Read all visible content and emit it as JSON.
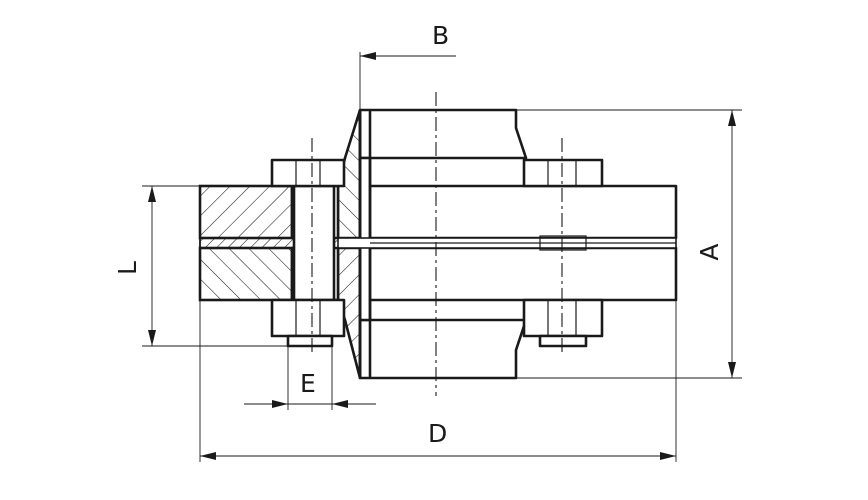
{
  "dimensions": {
    "A": "A",
    "B": "B",
    "D": "D",
    "E": "E",
    "L": "L"
  }
}
